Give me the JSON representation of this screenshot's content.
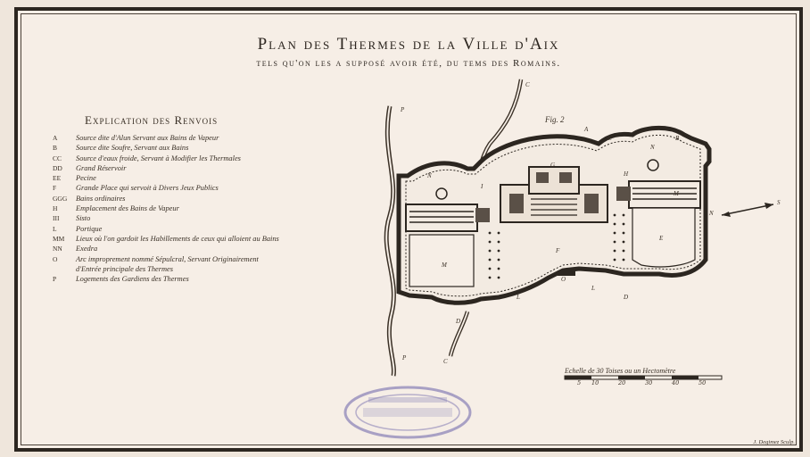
{
  "title": "Plan des Thermes de la Ville d'Aix",
  "subtitle": "tels qu'on les a supposé avoir été, du tems des Romains.",
  "legend": {
    "heading": "Explication des Renvois",
    "entries": [
      {
        "key": "A",
        "text": "Source dite d'Alun Servant aux Bains de Vapeur"
      },
      {
        "key": "B",
        "text": "Source dite Soufre, Servant aux Bains"
      },
      {
        "key": "CC",
        "text": "Source d'eaux froide, Servant à Modifier les Thermales"
      },
      {
        "key": "DD",
        "text": "Grand Réservoir"
      },
      {
        "key": "EE",
        "text": "Pecine"
      },
      {
        "key": "F",
        "text": "Grande Place qui servoit à Divers Jeux Publics"
      },
      {
        "key": "GGG",
        "text": "Bains ordinaires"
      },
      {
        "key": "H",
        "text": "Emplacement des Bains de Vapeur"
      },
      {
        "key": "III",
        "text": "Sisto"
      },
      {
        "key": "L",
        "text": "Portique"
      },
      {
        "key": "MM",
        "text": "Lieux où l'on gardoit les Habillements de ceux qui alloient au Bains"
      },
      {
        "key": "NN",
        "text": "Exedra"
      },
      {
        "key": "O",
        "text": "Arc improprement nommé Sépulcral, Servant Originairement"
      },
      {
        "key": "",
        "text": "d'Entrée principale des Thermes"
      },
      {
        "key": "P",
        "text": "Logements des Gardiens des Thermes"
      }
    ]
  },
  "figure_label": "Fig. 2",
  "map_labels": {
    "A": "A",
    "B": "B",
    "C": "C",
    "D": "D",
    "E": "E",
    "F": "F",
    "G": "G",
    "H": "H",
    "I": "I",
    "L": "L",
    "M": "M",
    "N": "N",
    "O": "O",
    "P": "P",
    "S": "S"
  },
  "scale": {
    "label": "Echelle de 30 Toises ou un Hectomètre",
    "ticks": [
      "5",
      "10",
      "20",
      "30",
      "40",
      "50"
    ]
  },
  "signature": "J. Degimez Sculp."
}
